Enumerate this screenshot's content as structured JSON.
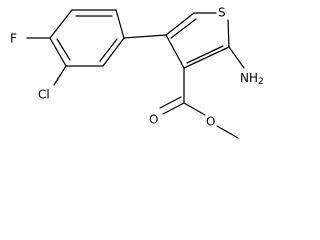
{
  "molecule": {
    "atoms": {
      "sulfur": "S",
      "fluorine": "F",
      "chlorine": "Cl",
      "amine": "NH",
      "amine_subscript": "2",
      "carbonyl_oxygen": "O",
      "ester_oxygen": "O"
    },
    "colors": {
      "ink": "#000000",
      "background": "#ffffff"
    }
  }
}
